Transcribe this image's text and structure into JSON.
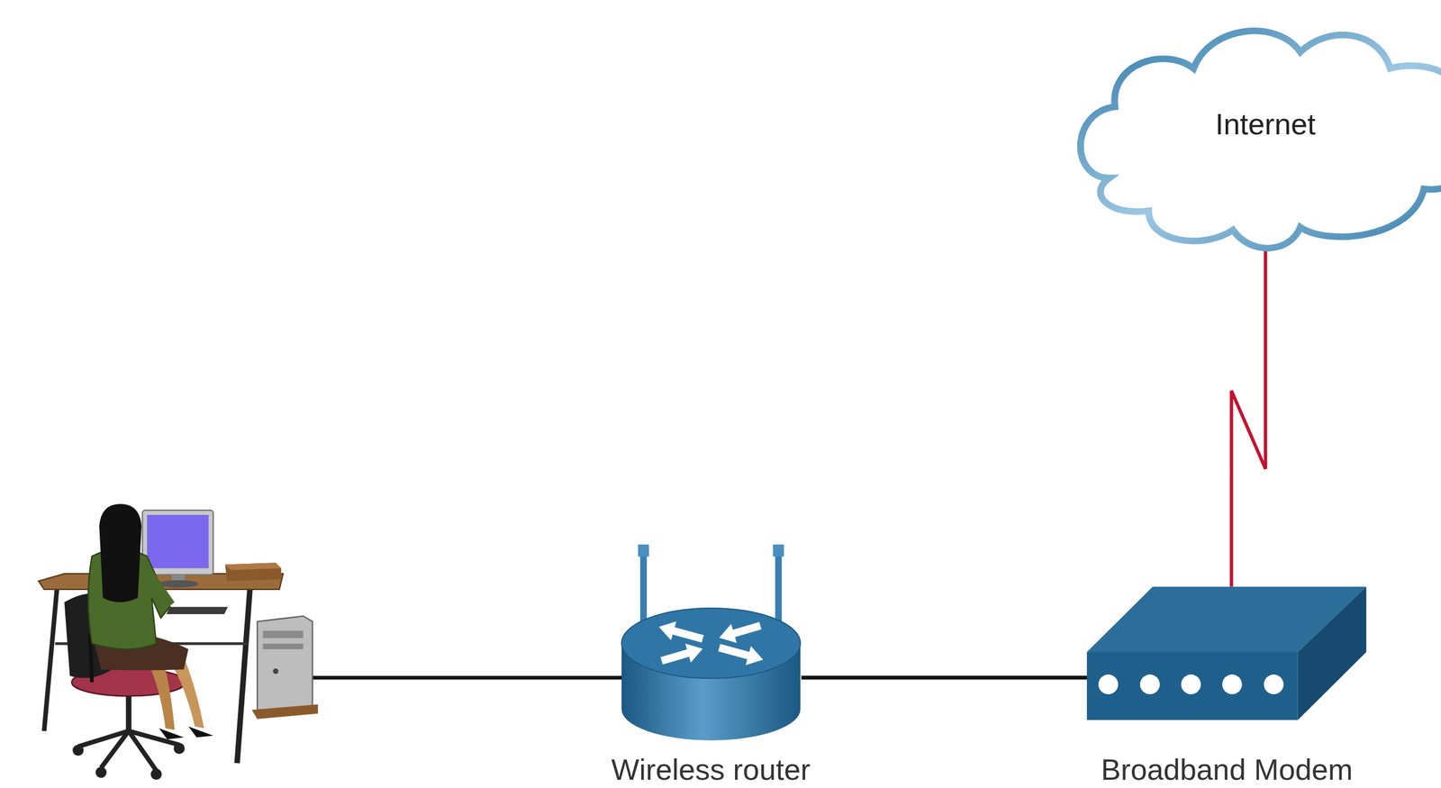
{
  "diagram": {
    "nodes": [
      {
        "text": [
          "Internet"
        ]
      },
      {
        "text": [
          "Wireless router"
        ]
      },
      {
        "text": [
          "Broadband Modem"
        ]
      }
    ],
    "edges": [
      {
        "from": 1,
        "to": 2,
        "arrow": "none"
      },
      {
        "from": 2,
        "to": 0,
        "arrow": "none"
      }
    ]
  }
}
